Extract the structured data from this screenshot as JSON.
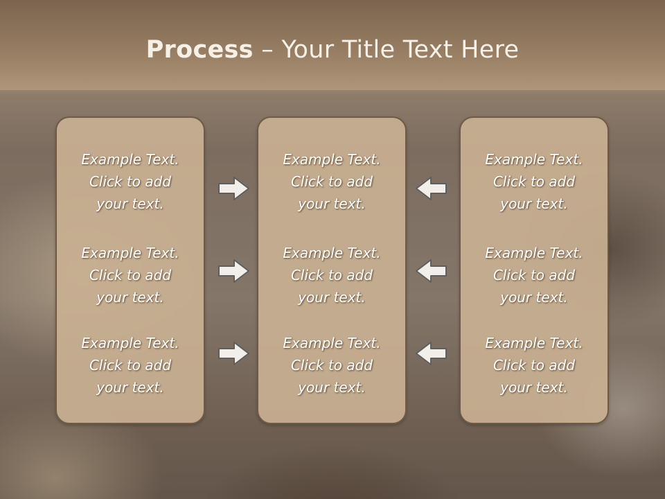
{
  "title": {
    "bold": "Process",
    "rest": " – Your Title Text Here"
  },
  "icons": {
    "right": "arrow-right-icon",
    "left": "arrow-left-icon"
  },
  "columns": [
    {
      "items": [
        {
          "l1": "Example Text.",
          "l2": "Click  to add",
          "l3": "your text."
        },
        {
          "l1": "Example Text.",
          "l2": "Click  to add",
          "l3": "your text."
        },
        {
          "l1": "Example Text.",
          "l2": "Click  to add",
          "l3": "your text."
        }
      ]
    },
    {
      "items": [
        {
          "l1": "Example Text.",
          "l2": "Click  to add",
          "l3": "your text."
        },
        {
          "l1": "Example Text.",
          "l2": "Click  to add",
          "l3": "your text."
        },
        {
          "l1": "Example Text.",
          "l2": "Click  to add",
          "l3": "your text."
        }
      ]
    },
    {
      "items": [
        {
          "l1": "Example Text.",
          "l2": "Click  to add",
          "l3": "your text."
        },
        {
          "l1": "Example Text.",
          "l2": "Click  to add",
          "l3": "your text."
        },
        {
          "l1": "Example Text.",
          "l2": "Click  to add",
          "l3": "your text."
        }
      ]
    }
  ]
}
